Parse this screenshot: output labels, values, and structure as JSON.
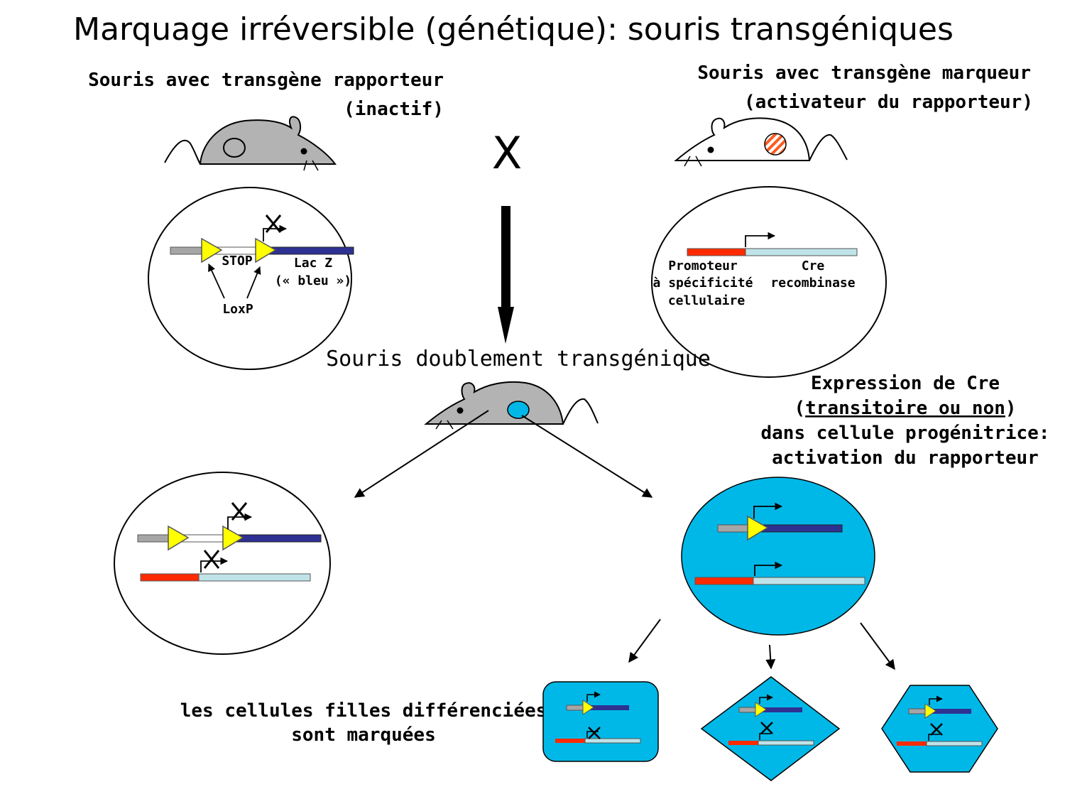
{
  "title": "Marquage irréversible (génétique): souris transgéniques",
  "left_mouse": {
    "label_line1": "Souris avec transgène rapporteur",
    "label_line2": "(inactif)"
  },
  "right_mouse": {
    "label_line1": "Souris avec transgène marqueur",
    "label_line2": "(activateur du rapporteur)"
  },
  "cross_symbol": "X",
  "reporter_construct": {
    "stop_label": "STOP",
    "lacz_label_line1": "Lac Z",
    "lacz_label_line2": "(« bleu »)",
    "loxp_label": "LoxP"
  },
  "marker_construct": {
    "promoter_line1": "Promoteur",
    "promoter_line2": "à spécificité",
    "promoter_line3": "cellulaire",
    "cre_line1": "Cre",
    "cre_line2": "recombinase"
  },
  "double_mouse_label": "Souris doublement transgénique",
  "expression_text": {
    "line1": "Expression de Cre",
    "line2_open": "(",
    "line2_underlined": "transitoire ou non",
    "line2_close": ")",
    "line3": "dans cellule progénitrice:",
    "line4": "activation du rapporteur"
  },
  "daughter_text": {
    "line1": "les cellules filles différenciées",
    "line2": "sont marquées"
  },
  "colors": {
    "mouse_gray": "#b3b3b3",
    "loxp_yellow": "#ffff00",
    "lacz_blue": "#2e3192",
    "promoter_red": "#ff2a00",
    "cre_lightblue": "#bfe3e8",
    "cell_cyan": "#00b8e8",
    "dna_gray": "#a6a6a6"
  }
}
